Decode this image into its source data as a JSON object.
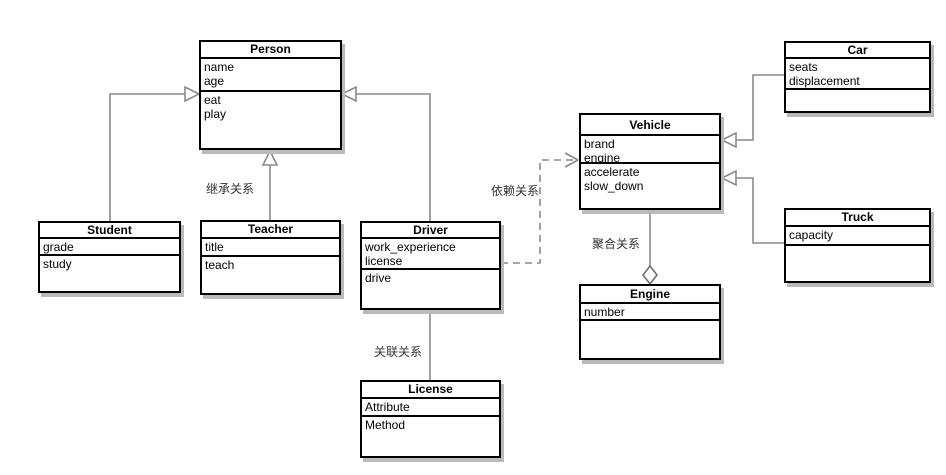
{
  "diagram_type": "uml-class-diagram",
  "classes": [
    {
      "id": "person",
      "title": "Person",
      "attributes": [
        "name",
        "age"
      ],
      "methods": [
        "eat",
        "play"
      ]
    },
    {
      "id": "student",
      "title": "Student",
      "attributes": [
        "grade"
      ],
      "methods": [
        "study"
      ]
    },
    {
      "id": "teacher",
      "title": "Teacher",
      "attributes": [
        "title"
      ],
      "methods": [
        "teach"
      ]
    },
    {
      "id": "driver",
      "title": "Driver",
      "attributes": [
        "work_experience",
        "license"
      ],
      "methods": [
        "drive"
      ]
    },
    {
      "id": "license",
      "title": "License",
      "attributes": [
        "Attribute"
      ],
      "methods": [
        "Method"
      ]
    },
    {
      "id": "vehicle",
      "title": "Vehicle",
      "attributes": [
        "brand",
        "engine"
      ],
      "methods": [
        "accelerate",
        "slow_down"
      ]
    },
    {
      "id": "engine",
      "title": "Engine",
      "attributes": [
        "number"
      ],
      "methods": []
    },
    {
      "id": "car",
      "title": "Car",
      "attributes": [
        "seats",
        "displacement"
      ],
      "methods": []
    },
    {
      "id": "truck",
      "title": "Truck",
      "attributes": [
        "capacity"
      ],
      "methods": []
    }
  ],
  "relationships": [
    {
      "from": "Student",
      "to": "Person",
      "type": "inheritance"
    },
    {
      "from": "Teacher",
      "to": "Person",
      "type": "inheritance",
      "label": "继承关系"
    },
    {
      "from": "Driver",
      "to": "Person",
      "type": "inheritance"
    },
    {
      "from": "Driver",
      "to": "License",
      "type": "association",
      "label": "关联关系"
    },
    {
      "from": "Driver",
      "to": "Vehicle",
      "type": "dependency",
      "label": "依赖关系"
    },
    {
      "from": "Vehicle",
      "to": "Engine",
      "type": "aggregation",
      "label": "聚合关系"
    },
    {
      "from": "Car",
      "to": "Vehicle",
      "type": "inheritance"
    },
    {
      "from": "Truck",
      "to": "Vehicle",
      "type": "inheritance"
    }
  ],
  "colors": {
    "background": "#ffffff",
    "box_fill": "#ffffff",
    "box_border": "#000000",
    "box_shadow": "#bababa",
    "connector": "#8a8a8a",
    "label_text": "#333333"
  }
}
